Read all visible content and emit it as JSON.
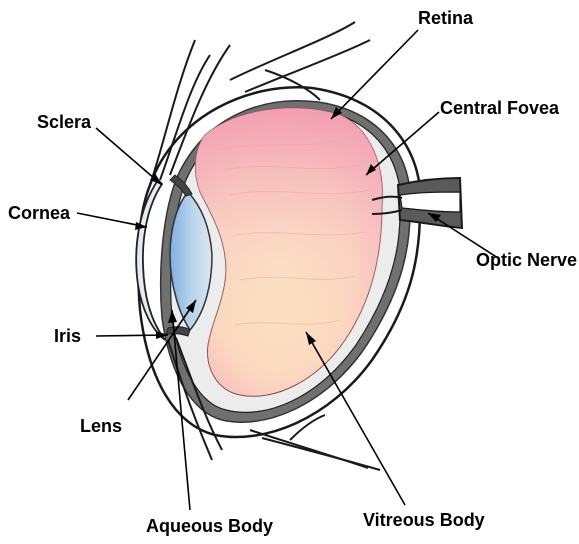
{
  "labels": {
    "retina": "Retina",
    "sclera": "Sclera",
    "central_fovea": "Central Fovea",
    "cornea": "Cornea",
    "optic_nerve": "Optic Nerve",
    "iris": "Iris",
    "lens": "Lens",
    "aqueous_body": "Aqueous Body",
    "vitreous_body": "Vitreous Body"
  },
  "colors": {
    "outline": "#1a1a1a",
    "sclera_fill": "#ffffff",
    "choroid_fill": "#6e6e6e",
    "vitreous_top": "#f4a2b6",
    "vitreous_bottom": "#fce6b8",
    "lens_fill": "#9fc4e6",
    "cornea_fill": "#e4ecf2"
  }
}
